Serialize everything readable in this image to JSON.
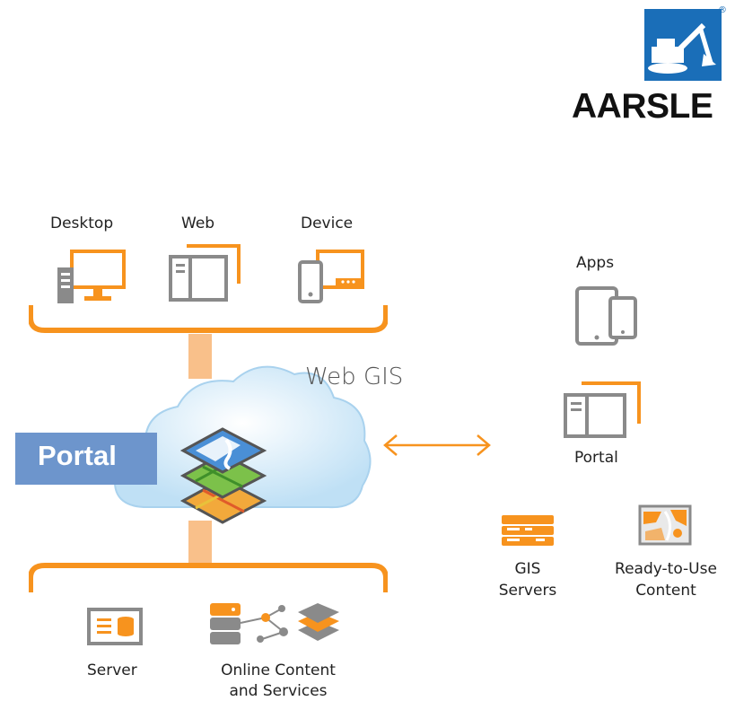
{
  "brand": {
    "name": "AARSLE",
    "registered_mark": "®"
  },
  "clients": {
    "desktop_label": "Desktop",
    "web_label": "Web",
    "device_label": "Device"
  },
  "web_gis_label": "Web GIS",
  "portal_banner": "Portal",
  "bottom": {
    "server_label": "Server",
    "online_content_line1": "Online Content",
    "online_content_line2": "and Services"
  },
  "right": {
    "apps_label": "Apps",
    "portal_label": "Portal",
    "gis_servers_line1": "GIS",
    "gis_servers_line2": "Servers",
    "ready_content_line1": "Ready-to-Use",
    "ready_content_line2": "Content"
  },
  "colors": {
    "accent_orange": "#f7931e",
    "gray_icon": "#8a8a8a",
    "cloud_blue": "#d6ecf9",
    "portal_blue": "#6d95cc",
    "brand_blue": "#1a6eb8"
  }
}
